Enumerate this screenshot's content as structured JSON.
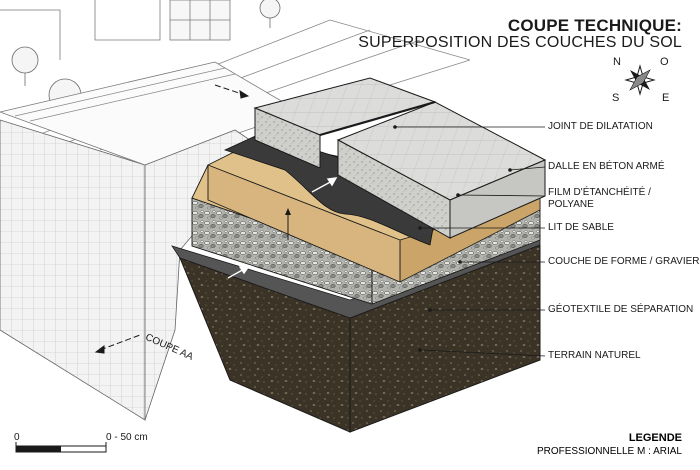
{
  "title": "COUPE TECHNIQUE:",
  "subtitle": "SUPERPOSITION DES COUCHES DU SOL",
  "compass": {
    "n": "N",
    "s": "S",
    "e": "E",
    "o": "O"
  },
  "labels": {
    "joint": "JOINT DE DILATATION",
    "dalle": "DALLE EN BÉTON ARMÉ",
    "film_1": "FILM D'ÉTANCHÉITÉ /",
    "film_2": "POLYANE",
    "sable": "LIT DE SABLE",
    "forme": "COUCHE DE FORME / GRAVIER",
    "geotextile": "GÉOTEXTILE DE SÉPARATION",
    "terrain": "TERRAIN NATUREL"
  },
  "coupe": "COUPE AA",
  "scale": {
    "start": "0",
    "end": "0 - 50 cm"
  },
  "legend": {
    "title": "LEGENDE",
    "subtitle": "PROFESSIONNELLE M : ARIAL"
  },
  "colors": {
    "concrete": "#d9d9d7",
    "sand": "#d8b57e",
    "film": "#3a3a3a",
    "gravel": "#a8a8a4",
    "geotextile": "#555555",
    "soil": "#3b3326",
    "line": "#1a1a1a"
  }
}
